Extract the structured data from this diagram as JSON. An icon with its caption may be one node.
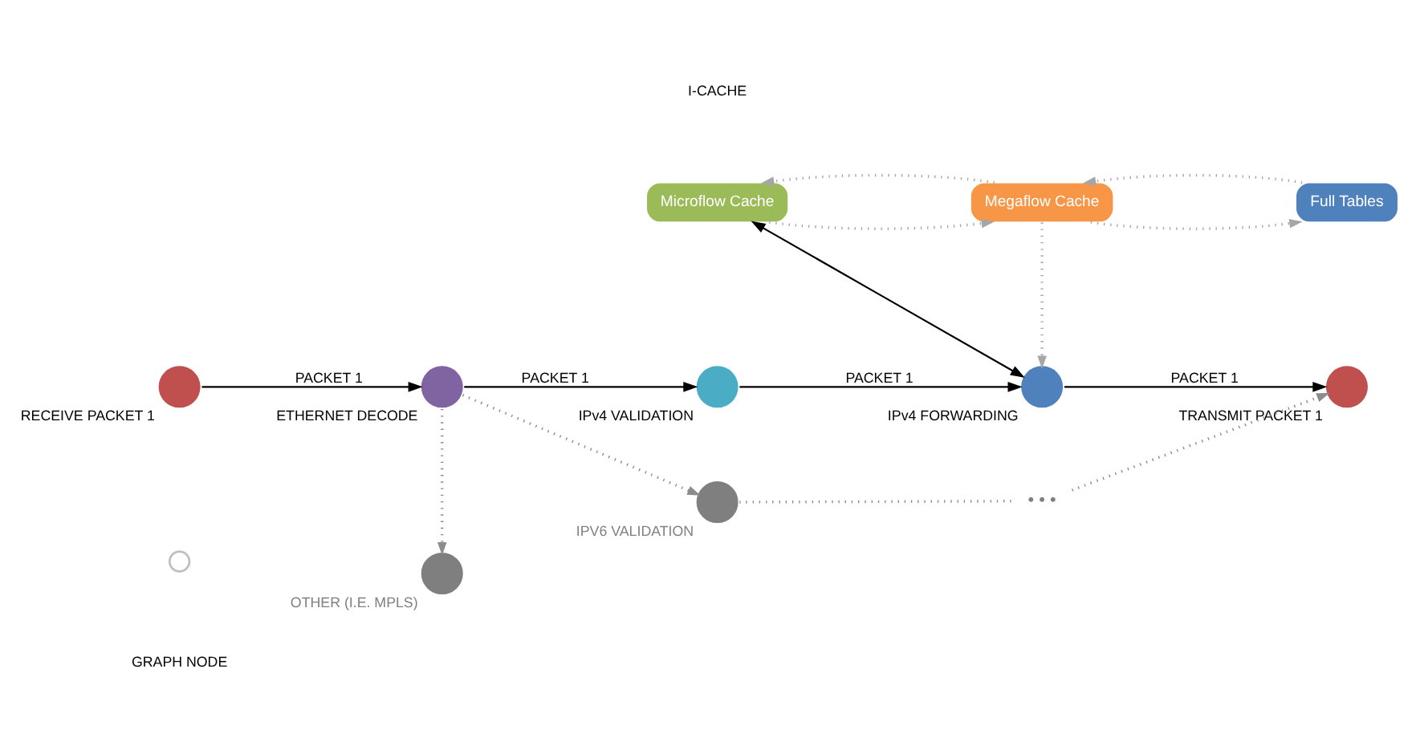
{
  "diagram": {
    "nodes": [
      {
        "text": [
          "OTHER (I.E. MPLS)"
        ]
      },
      {
        "text": [
          "IPV6 VALIDATION"
        ]
      },
      {
        "text": [
          "• • •"
        ]
      },
      {
        "text": [
          "RECEIVE PACKET 1"
        ]
      },
      {
        "text": [
          "ETHERNET DECODE"
        ]
      },
      {
        "text": [
          "IPv4 VALIDATION"
        ]
      },
      {
        "text": [
          "IPv4 FORWARDING"
        ]
      },
      {
        "text": [
          "TRANSMIT PACKET 1"
        ]
      },
      {
        "text": [
          "Microflow Cache"
        ]
      },
      {
        "text": [
          "Megaflow Cache"
        ]
      },
      {
        "text": [
          "Full Tables"
        ]
      }
    ],
    "edges": [
      {
        "from": 3,
        "to": 4,
        "arrow": "to",
        "label": "PACKET 1",
        "color": "#000000"
      },
      {
        "from": 4,
        "to": 5,
        "arrow": "to",
        "label": "PACKET 1",
        "color": "#000000"
      },
      {
        "from": 5,
        "to": 6,
        "arrow": "to",
        "label": "PACKET 1",
        "color": "#000000"
      },
      {
        "from": 6,
        "to": 7,
        "arrow": "to",
        "label": "PACKET 1",
        "color": "#000000"
      },
      {
        "from": 4,
        "to": 0,
        "arrow": "to",
        "style": "dashed",
        "color": "#8c8c8c"
      },
      {
        "from": 4,
        "to": 1,
        "arrow": "to",
        "style": "dashed",
        "color": "#8c8c8c"
      },
      {
        "from": 1,
        "to": 2,
        "arrow": "none",
        "style": "dashed",
        "color": "#8c8c8c"
      },
      {
        "from": 2,
        "to": 7,
        "arrow": "to",
        "style": "dashed",
        "color": "#8c8c8c"
      },
      {
        "from": 8,
        "to": 6,
        "arrow": "both",
        "color": "#000000"
      },
      {
        "from": 9,
        "to": 6,
        "arrow": "to",
        "style": "dashed",
        "color": "#a6a6a6"
      },
      {
        "from": 8,
        "to": 9,
        "arrow": "to",
        "style": "dashed",
        "color": "#a6a6a6"
      },
      {
        "from": 9,
        "to": 8,
        "arrow": "to",
        "style": "dashed",
        "color": "#a6a6a6"
      },
      {
        "from": 9,
        "to": 10,
        "arrow": "to",
        "style": "dashed",
        "color": "#a6a6a6"
      },
      {
        "from": 10,
        "to": 9,
        "arrow": "to",
        "style": "dashed",
        "color": "#a6a6a6"
      }
    ],
    "labels": [
      "I-CACHE"
    ],
    "legend": [
      {
        "text": "GRAPH NODE"
      }
    ]
  }
}
